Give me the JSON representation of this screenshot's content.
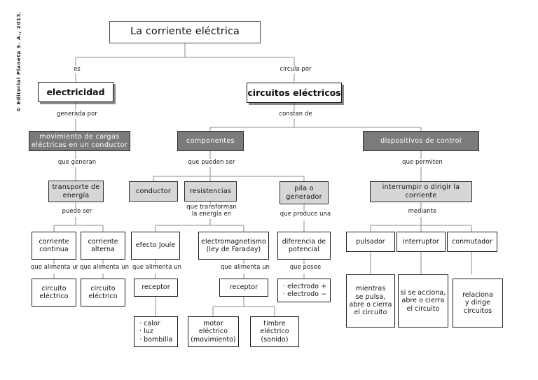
{
  "meta": {
    "copyright": "© Editorial Planeta S. A., 2013.",
    "accent_dark": "#7b7b7b",
    "accent_light": "#d6d6d6",
    "line_color": "#8d8d8d",
    "text_color": "#111111"
  },
  "diagram": {
    "title": "La corriente eléctrica",
    "type": "concept-map",
    "nodes": {
      "root": "La corriente eléctrica",
      "electricidad": "electricidad",
      "circuitos": "circuitos eléctricos",
      "movimiento": "movimiento de cargas\neléctricas en un conductor",
      "componentes": "componentes",
      "dispositivos": "dispositivos de control",
      "transporte": "transporte de\nenergía",
      "conductor": "conductor",
      "resistencias": "resistencias",
      "pila": "pila o\ngenerador",
      "interrumpir": "interrumpir o dirigir la\ncorriente",
      "corriente_continua": "corriente\ncontinua",
      "corriente_alterna": "corriente\nalterna",
      "efecto_joule": "efecto Joule",
      "electromagnetismo": "electromagnetismo\n(ley de Faraday)",
      "diferencia": "diferencia de\npotencial",
      "pulsador": "pulsador",
      "interruptor": "interruptor",
      "conmutador": "conmutador",
      "circuito_electrico_1": "circuito\neléctrico",
      "circuito_electrico_2": "circuito\neléctrico",
      "receptor_1": "receptor",
      "receptor_2": "receptor",
      "electrodos": "· electrodo +\n· electrodo −",
      "mientras": "mientras\nse pulsa,\nabre o cierra\nel circuito",
      "si_se_acciona": "si se acciona,\nabre o cierra\nel circuito",
      "relaciona": "relaciona\ny dirige\ncircuitos",
      "calor_luz": "· calor\n· luz\n· bombilla",
      "motor": "motor eléctrico\n(movimiento)",
      "timbre": "timbre\neléctrico\n(sonido)"
    },
    "link_labels": {
      "es": "es",
      "circula_por": "circula por",
      "generada_por": "generada por",
      "constan_de": "constan de",
      "que_generan": "que generan",
      "que_pueden_ser": "que pueden ser",
      "que_permiten": "que permiten",
      "puede_ser": "puede ser",
      "que_transforman": "que transforman\nla energía en",
      "que_produce_una": "que produce una",
      "mediante": "mediante",
      "que_alimenta_un_1": "que alimenta un",
      "que_alimenta_un_2": "que alimenta un",
      "que_alimenta_un_3": "que alimenta un",
      "que_alimenta_un_4": "que alimenta un",
      "que_posee": "que posee"
    }
  }
}
